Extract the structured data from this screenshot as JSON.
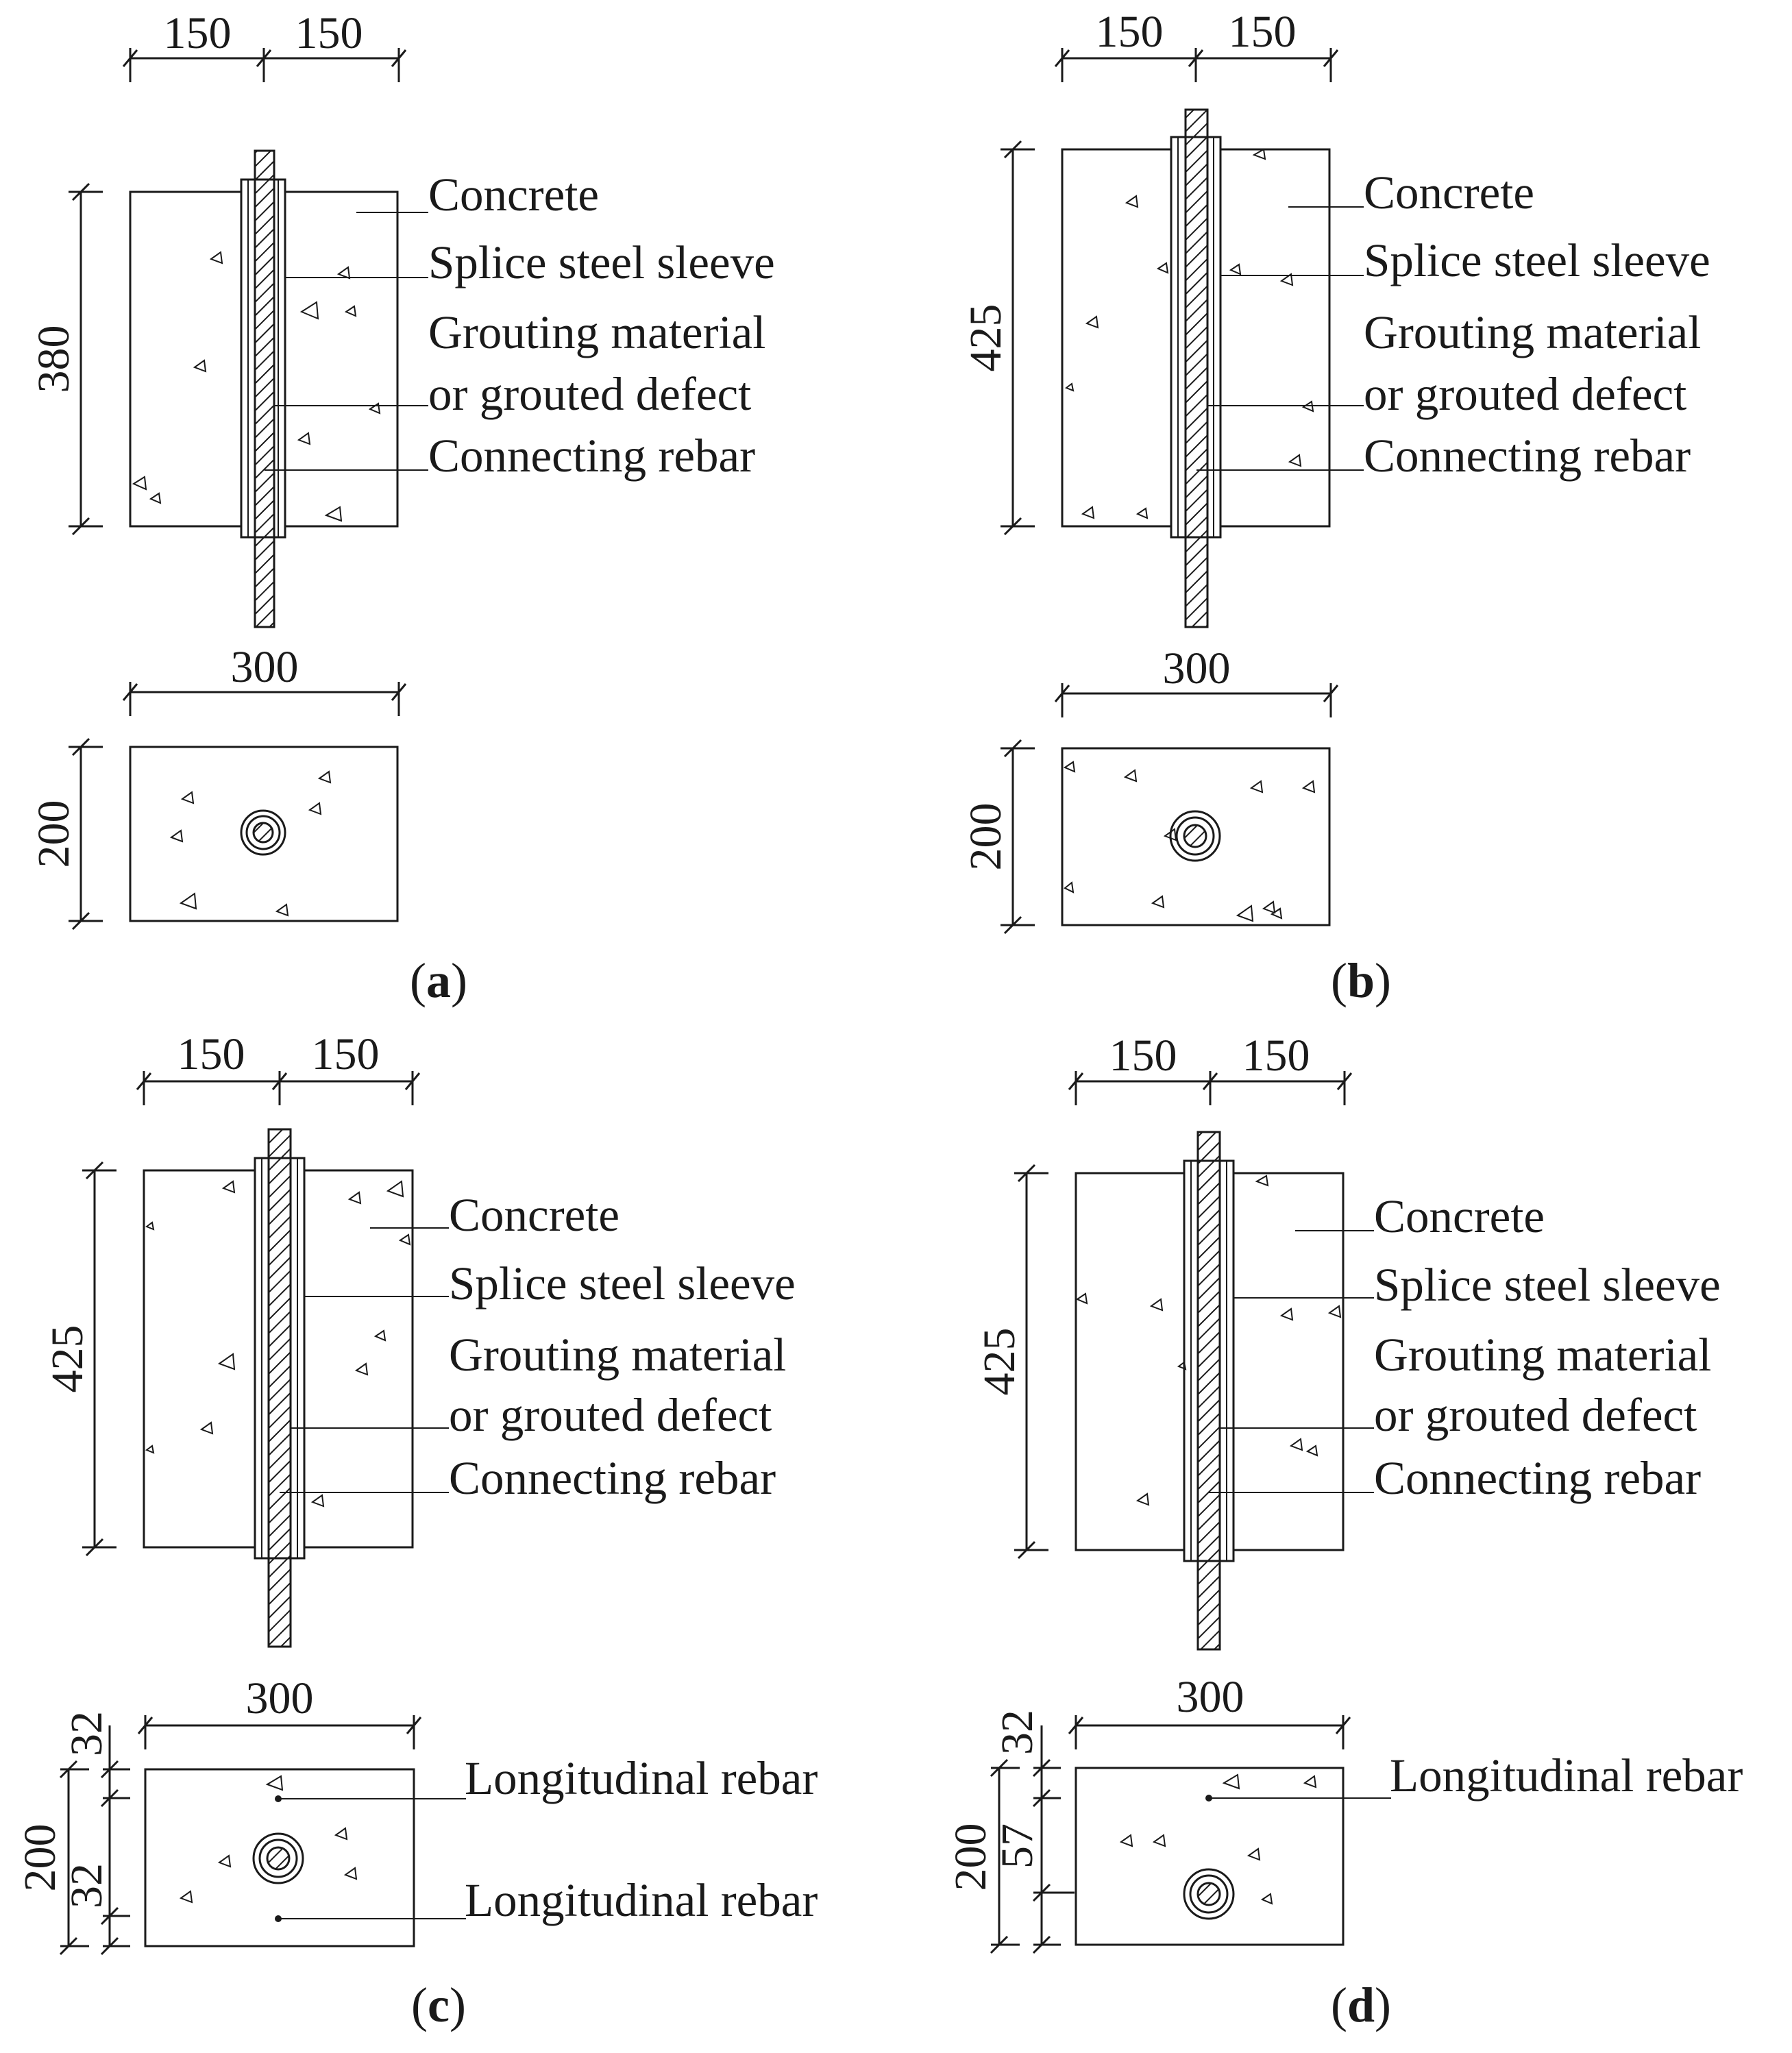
{
  "colors": {
    "line": "#1a1a1a",
    "background": "#ffffff"
  },
  "panels": [
    {
      "id": "a",
      "caption_letter": "a",
      "dims": {
        "top_left": "150",
        "top_right": "150",
        "height": "380",
        "bottom_width": "300",
        "bottom_height": "200"
      },
      "labels": [
        "Concrete",
        "Splice steel sleeve",
        "Grouting material",
        "or grouted defect",
        "Connecting rebar"
      ]
    },
    {
      "id": "b",
      "caption_letter": "b",
      "dims": {
        "top_left": "150",
        "top_right": "150",
        "height": "425",
        "bottom_width": "300",
        "bottom_height": "200"
      },
      "labels": [
        "Concrete",
        "Splice steel sleeve",
        "Grouting material",
        "or grouted defect",
        "Connecting rebar"
      ]
    },
    {
      "id": "c",
      "caption_letter": "c",
      "dims": {
        "top_left": "150",
        "top_right": "150",
        "height": "425",
        "bottom_width": "300",
        "bottom_height": "200",
        "cover_top": "32",
        "cover_bottom": "32"
      },
      "labels": [
        "Concrete",
        "Splice steel sleeve",
        "Grouting material",
        "or grouted defect",
        "Connecting rebar"
      ],
      "bottom_labels": [
        "Longitudinal rebar",
        "Longitudinal rebar"
      ]
    },
    {
      "id": "d",
      "caption_letter": "d",
      "dims": {
        "top_left": "150",
        "top_right": "150",
        "height": "425",
        "bottom_width": "300",
        "bottom_height": "200",
        "cover_top": "32",
        "cover_side": "57"
      },
      "labels": [
        "Concrete",
        "Splice steel sleeve",
        "Grouting material",
        "or grouted defect",
        "Connecting rebar"
      ],
      "bottom_labels": [
        "Longitudinal rebar"
      ]
    }
  ]
}
